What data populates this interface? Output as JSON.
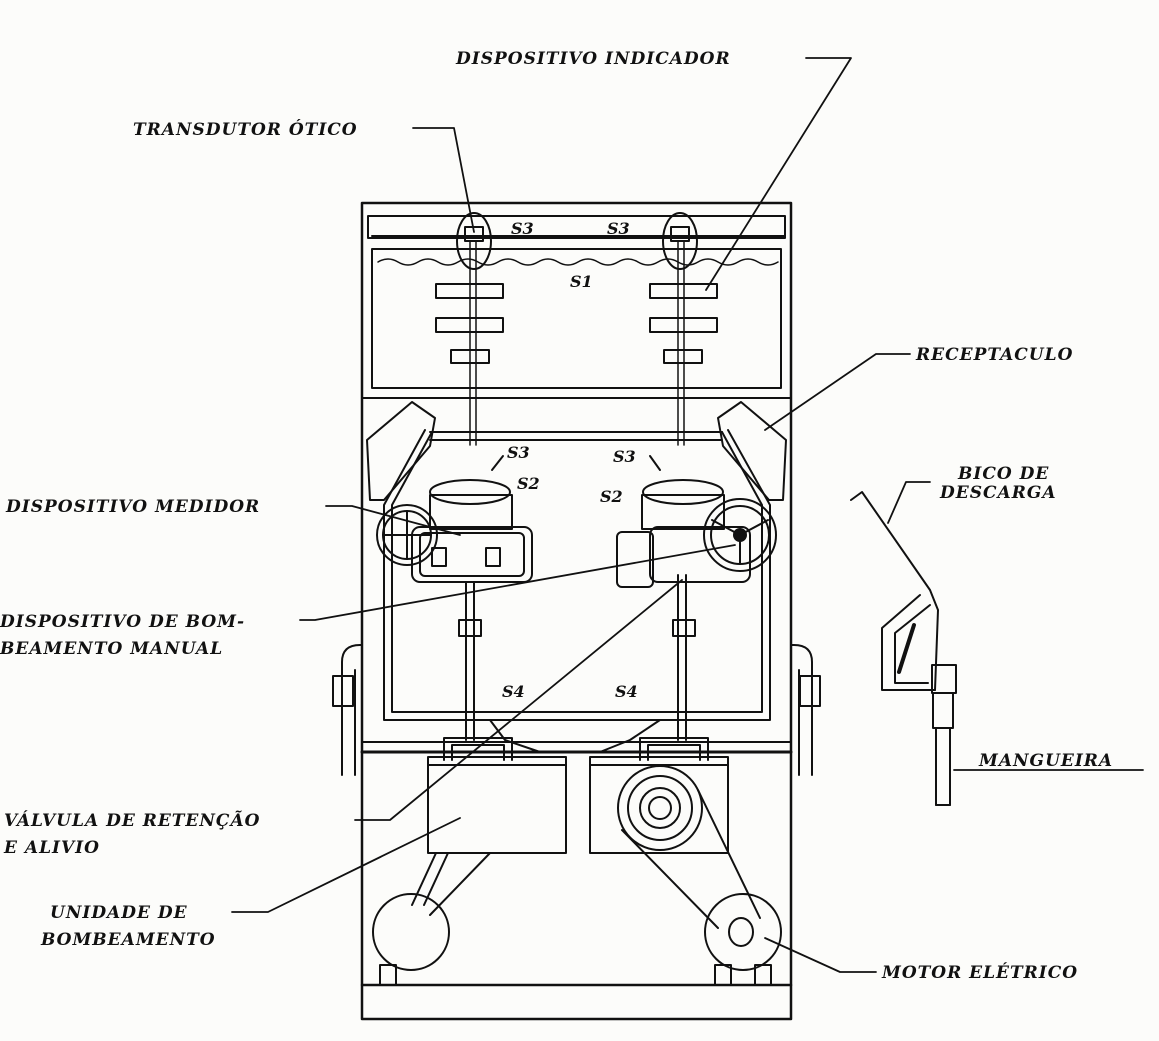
{
  "colors": {
    "ink": "#111111",
    "paper": "#fcfcfa"
  },
  "labels": {
    "dispositivo_indicador": "DISPOSITIVO INDICADOR",
    "transdutor_otico": "TRANSDUTOR ÓTICO",
    "receptaculo": "RECEPTACULO",
    "bico_line1": "BICO DE",
    "bico_line2": "DESCARGA",
    "dispositivo_medidor": "DISPOSITIVO MEDIDOR",
    "bombeamento_line1": "DISPOSITIVO DE BOM-",
    "bombeamento_line2": "BEAMENTO MANUAL",
    "mangueira": "MANGUEIRA",
    "valvula_line1": "VÁLVULA DE RETENÇÃO",
    "valvula_line2": "E ALIVIO",
    "unidade_line1": "UNIDADE DE",
    "unidade_line2": "BOMBEAMENTO",
    "motor": "MOTOR ELÉTRICO"
  },
  "sensor_tags": {
    "s1": "S1",
    "s2_left": "S2",
    "s2_right": "S2",
    "s3_top_left": "S3",
    "s3_top_right": "S3",
    "s3_mid_left": "S3",
    "s3_mid_right": "S3",
    "s4_left": "S4",
    "s4_right": "S4"
  }
}
